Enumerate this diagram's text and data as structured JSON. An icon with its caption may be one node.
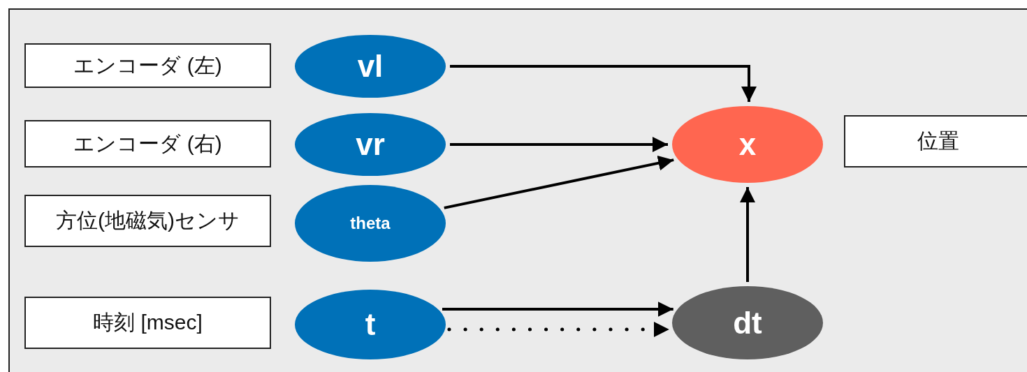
{
  "diagram": {
    "nodes": [
      {
        "text": [
          "エンコーダ (左)"
        ]
      },
      {
        "text": [
          "vl"
        ]
      },
      {
        "text": [
          "エンコーダ (右)"
        ]
      },
      {
        "text": [
          "vr"
        ]
      },
      {
        "text": [
          "x"
        ]
      },
      {
        "text": [
          "位置"
        ]
      },
      {
        "text": [
          "方位(地磁気)センサ"
        ]
      },
      {
        "text": [
          "theta"
        ]
      },
      {
        "text": [
          "時刻 [msec]"
        ]
      },
      {
        "text": [
          "t"
        ]
      },
      {
        "text": [
          "dt"
        ]
      }
    ],
    "edges": [
      {
        "from": 1,
        "to": 4,
        "arrow": "to"
      },
      {
        "from": 3,
        "to": 4,
        "arrow": "to"
      },
      {
        "from": 7,
        "to": 4,
        "arrow": "to"
      },
      {
        "from": 9,
        "to": 10,
        "arrow": "to"
      },
      {
        "from": 9,
        "to": 10,
        "arrow": "to",
        "style": "dashed"
      },
      {
        "from": 10,
        "to": 4,
        "arrow": "to"
      }
    ]
  }
}
